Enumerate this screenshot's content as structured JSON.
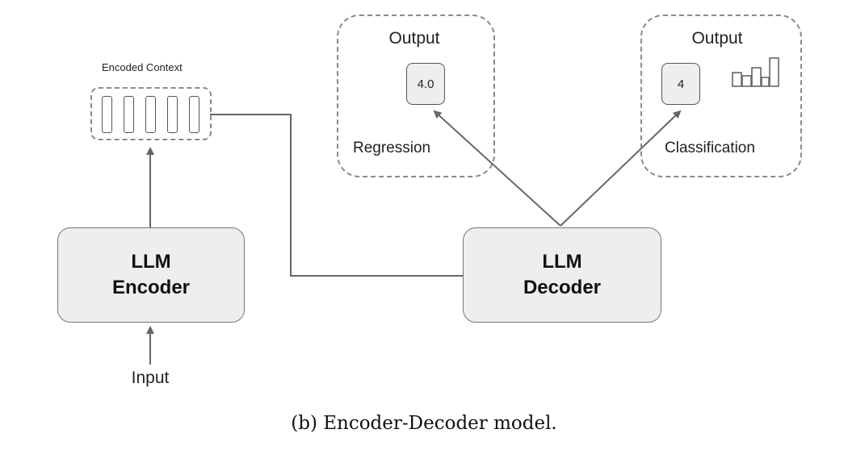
{
  "encoder": {
    "line1": "LLM",
    "line2": "Encoder"
  },
  "decoder": {
    "line1": "LLM",
    "line2": "Decoder"
  },
  "input_label": "Input",
  "encoded_context": {
    "label": "Encoded Context",
    "slots": 5
  },
  "regression": {
    "title": "Output",
    "value": "4.0",
    "task": "Regression"
  },
  "classification": {
    "title": "Output",
    "value": "4",
    "task": "Classification",
    "histogram_icon": "bar-chart-icon"
  },
  "caption": "(b) Encoder-Decoder model.",
  "colors": {
    "box_fill": "#eeeeee",
    "line": "#666666",
    "dashed": "#8a8a8a"
  }
}
